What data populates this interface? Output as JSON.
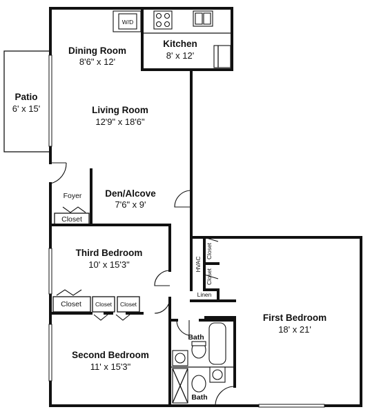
{
  "rooms": {
    "patio": {
      "name": "Patio",
      "dims": "6' x 15'"
    },
    "dining": {
      "name": "Dining Room",
      "dims": "8'6\" x 12'"
    },
    "kitchen": {
      "name": "Kitchen",
      "dims": "8' x 12'"
    },
    "living": {
      "name": "Living Room",
      "dims": "12'9\" x 18'6\""
    },
    "den": {
      "name": "Den/Alcove",
      "dims": "7'6\" x 9'"
    },
    "third_bedroom": {
      "name": "Third Bedroom",
      "dims": "10' x 15'3\""
    },
    "second_bedroom": {
      "name": "Second Bedroom",
      "dims": "11' x 15'3\""
    },
    "first_bedroom": {
      "name": "First Bedroom",
      "dims": "18' x 21'"
    }
  },
  "labels": {
    "wd": "W/D",
    "foyer": "Foyer",
    "closet": "Closet",
    "hvac": "HVAC",
    "linen": "Linen",
    "bath": "Bath"
  }
}
